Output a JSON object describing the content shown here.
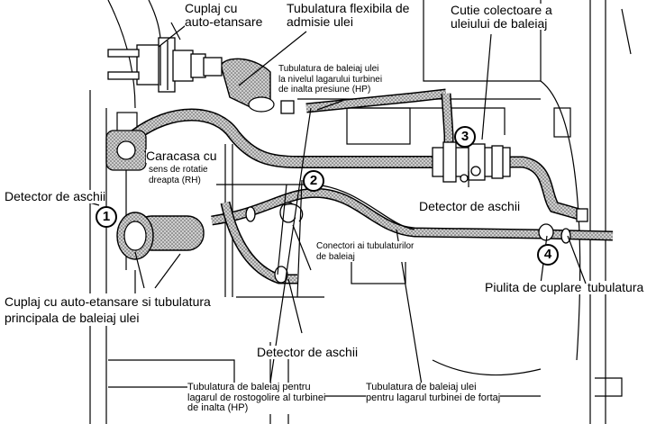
{
  "labels": {
    "cuplaj_auto": "Cuplaj cu\nauto-etansare",
    "tubulatura_flexibila": "Tubulatura flexibila de\nadmisie ulei",
    "cutie_colectoare": "Cutie colectoare a\nuleiului de baleiaj",
    "tub_lagarul_hp": "Tubulatura de baleiaj ulei\nla nivelul lagarului turbinei\nde inalta presiune (HP)",
    "caracasa": "Caracasa cu",
    "sens_rotatie": "sens de rotatie\ndreapta (RH)",
    "detector_left": "Detector de aschii",
    "detector_right": "Detector de aschii",
    "detector_bottom": "Detector de aschii",
    "conectori": "Conectori ai tubulaturilor\nde baleiaj",
    "piulita": "Piulita de cuplare",
    "tubulatura": "tubulatura",
    "cuplaj_principala": "Cuplaj cu auto-etansare si tubulatura\nprincipala de baleiaj ulei",
    "tub_rostogolire": "Tubulatura de baleiaj pentru\nlagarul de rostogolire al turbinei\nde inalta (HP)",
    "tub_fortaj": "Tubulatura de baleiaj ulei\npentru lagarul turbinei de fortaj"
  },
  "callouts": [
    "1",
    "2",
    "3",
    "4"
  ],
  "colors": {
    "line": "#000000",
    "pipe_fill": "#b8b8b8",
    "background": "#ffffff"
  }
}
